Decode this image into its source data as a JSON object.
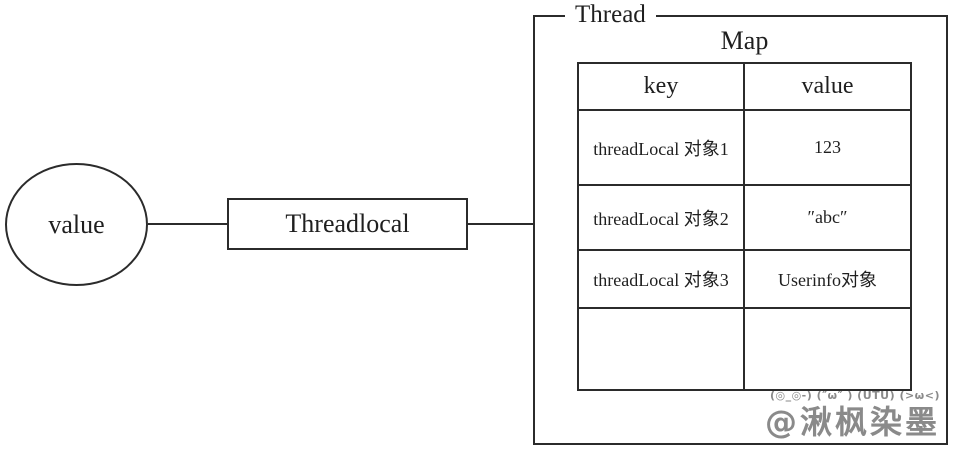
{
  "diagram": {
    "value_ellipse_label": "value",
    "threadlocal_box_label": "Threadlocal",
    "thread_box_label": "Thread",
    "map_title": "Map",
    "table": {
      "headers": [
        "key",
        "value"
      ],
      "rows": [
        [
          "threadLocal 对象1",
          "123"
        ],
        [
          "threadLocal 对象2",
          "″abc″"
        ],
        [
          "threadLocal 对象3",
          "Userinfo对象"
        ],
        [
          "",
          ""
        ]
      ]
    },
    "watermark": {
      "emoticons": "(◎_◎-) (″ω″ ) (UTU) (>ω<)",
      "signature": "@湫枫染墨"
    },
    "colors": {
      "line": "#2b2b2b",
      "watermark": "#8a8a8a",
      "background": "#ffffff"
    }
  }
}
